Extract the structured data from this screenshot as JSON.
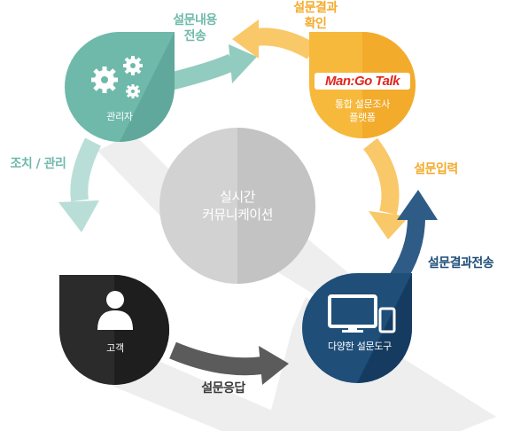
{
  "center": {
    "line1": "실시간",
    "line2": "커뮤니케이션"
  },
  "nodes": {
    "admin": {
      "label": "관리자"
    },
    "platform": {
      "logo_text": "Man:Go Talk",
      "line1": "통합 설문조사",
      "line2": "플랫폼"
    },
    "customer": {
      "label": "고객"
    },
    "tools": {
      "label": "다양한 설문도구"
    }
  },
  "arrows": {
    "survey_send": {
      "line1": "설문내용",
      "line2": "전송"
    },
    "result_check": {
      "line1": "설문결과",
      "line2": "확인"
    },
    "survey_input": {
      "label": "설문입력"
    },
    "result_send": {
      "label": "설문결과전송"
    },
    "survey_response": {
      "label": "설문응답"
    },
    "action_manage": {
      "label": "조치 / 관리"
    }
  },
  "colors": {
    "teal": "#6fb9ab",
    "gold": "#f6b93b",
    "navy": "#1f4e79",
    "dark": "#2b2b2b",
    "center_gray": "#c8c8c8"
  },
  "icons": {
    "admin": "gears-icon",
    "customer": "user-icon",
    "tools": "monitor-and-phone-icon"
  }
}
